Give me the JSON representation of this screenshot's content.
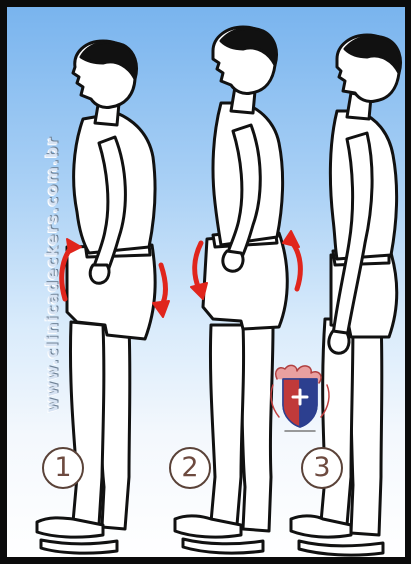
{
  "watermark": "www.clinicadeckers.com.br",
  "step_labels": [
    "1",
    "2",
    "3"
  ],
  "colors": {
    "background_top": "#79b4ee",
    "background_bottom": "#ffffff",
    "outline": "#111111",
    "arrow": "#e0251c",
    "number_text": "#6d4a3f"
  },
  "icons": [
    "posture-figure",
    "rotation-arrow",
    "crest-logo"
  ]
}
